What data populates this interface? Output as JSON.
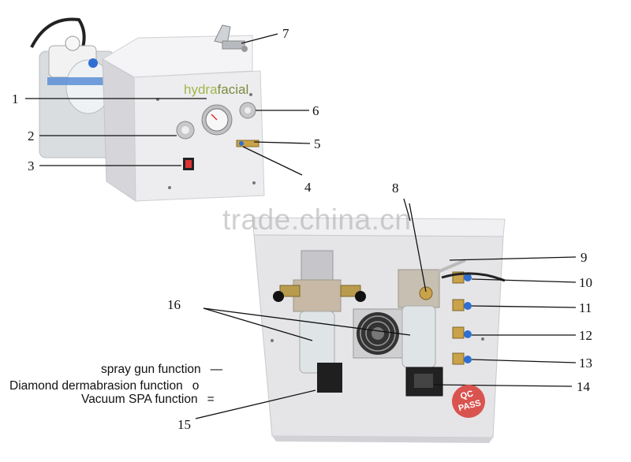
{
  "brand": {
    "part1": "hydra",
    "part2": "facial"
  },
  "watermark": "trade.china.cn",
  "callouts": [
    "1",
    "2",
    "3",
    "4",
    "5",
    "6",
    "7",
    "8",
    "9",
    "10",
    "11",
    "12",
    "13",
    "14",
    "15",
    "16"
  ],
  "legend": [
    {
      "label": "spray gun function",
      "symbol": "—"
    },
    {
      "label": "Diamond dermabrasion function",
      "symbol": "o"
    },
    {
      "label": "Vacuum SPA function",
      "symbol": "="
    }
  ],
  "badge": {
    "line1": "QC",
    "line2": "PASS"
  },
  "colors": {
    "device_body": "#e9e9eb",
    "accent_blue": "#2f6fd1",
    "brass": "#c9a24a",
    "badge_red": "#d9534f"
  }
}
